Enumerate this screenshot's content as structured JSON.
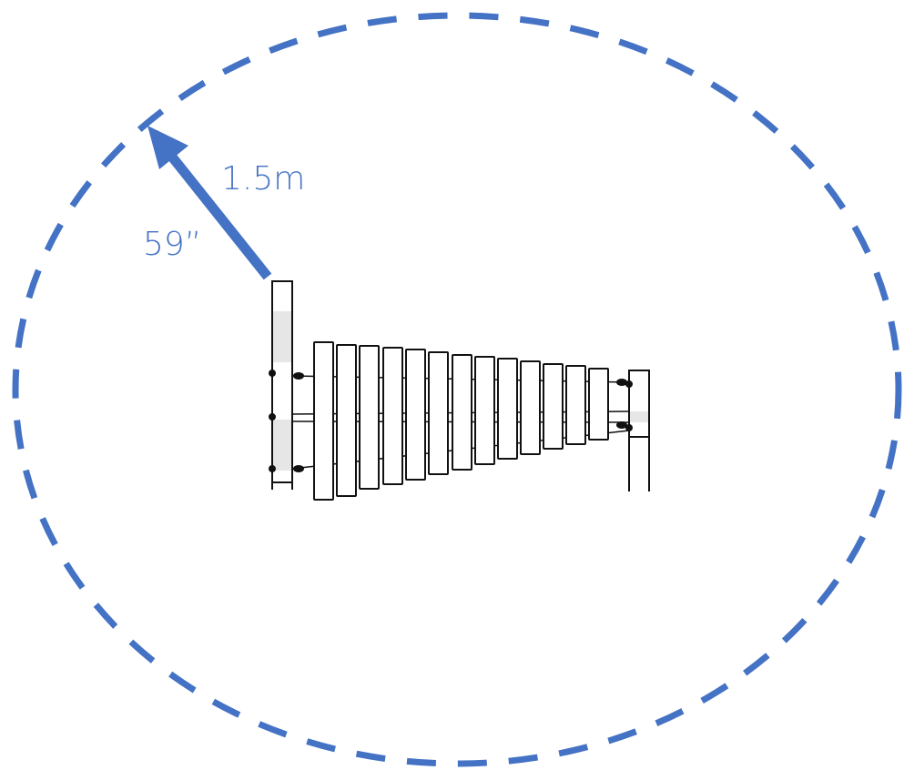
{
  "diagram": {
    "labels": {
      "metric": "1.5m",
      "imperial": "59”"
    },
    "accent_color": "#4472C4",
    "line_color": "#111111",
    "post_fill": "#e6e6e6",
    "bar_count": 13
  }
}
